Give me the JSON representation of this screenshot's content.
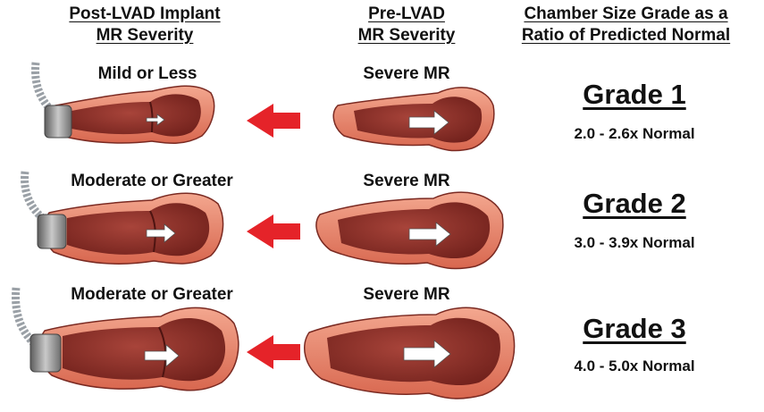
{
  "headers": {
    "post_line1": "Post-LVAD Implant",
    "post_line2": "MR Severity",
    "pre_line1": "Pre-LVAD",
    "pre_line2": "MR Severity",
    "size_line1": "Chamber Size Grade as a",
    "size_line2": "Ratio of Predicted Normal"
  },
  "rows": [
    {
      "post_label": "Mild or Less",
      "pre_label": "Severe MR",
      "grade_title": "Grade 1",
      "grade_ratio": "2.0 - 2.6x Normal"
    },
    {
      "post_label": "Moderate or Greater",
      "pre_label": "Severe MR",
      "grade_title": "Grade 2",
      "grade_ratio": "3.0 - 3.9x Normal"
    },
    {
      "post_label": "Moderate or Greater",
      "pre_label": "Severe MR",
      "grade_title": "Grade 3",
      "grade_ratio": "4.0 - 5.0x Normal"
    }
  ],
  "colors": {
    "heart_outer": "#e8846d",
    "heart_inner": "#8f2e2a",
    "heart_edge": "#6b1c18",
    "arrow_red": "#e52329",
    "pump_gray": "#8f8f8f",
    "text": "#111111"
  }
}
